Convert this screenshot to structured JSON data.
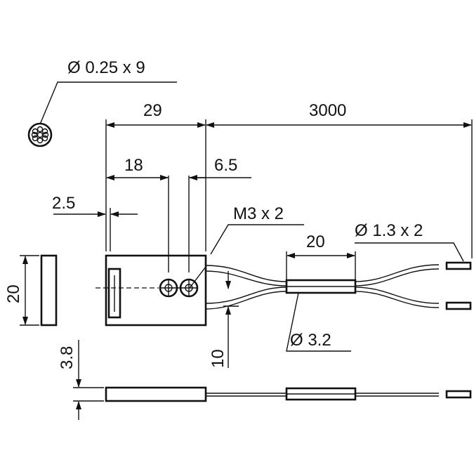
{
  "dimensions": {
    "fiber_bundle": "Ø 0.25 x 9",
    "housing_length": "29",
    "cable_length": "3000",
    "hole_position": "18",
    "hole_spacing_right": "6.5",
    "slot_offset": "2.5",
    "mounting_thread": "M3 x 2",
    "sleeve_length": "20",
    "cable_diameter": "Ø 1.3 x 2",
    "housing_height": "20",
    "cable_spacing": "10",
    "sleeve_diameter": "Ø 3.2",
    "housing_thickness": "3.8"
  },
  "colors": {
    "line": "#111111",
    "background": "#ffffff"
  }
}
